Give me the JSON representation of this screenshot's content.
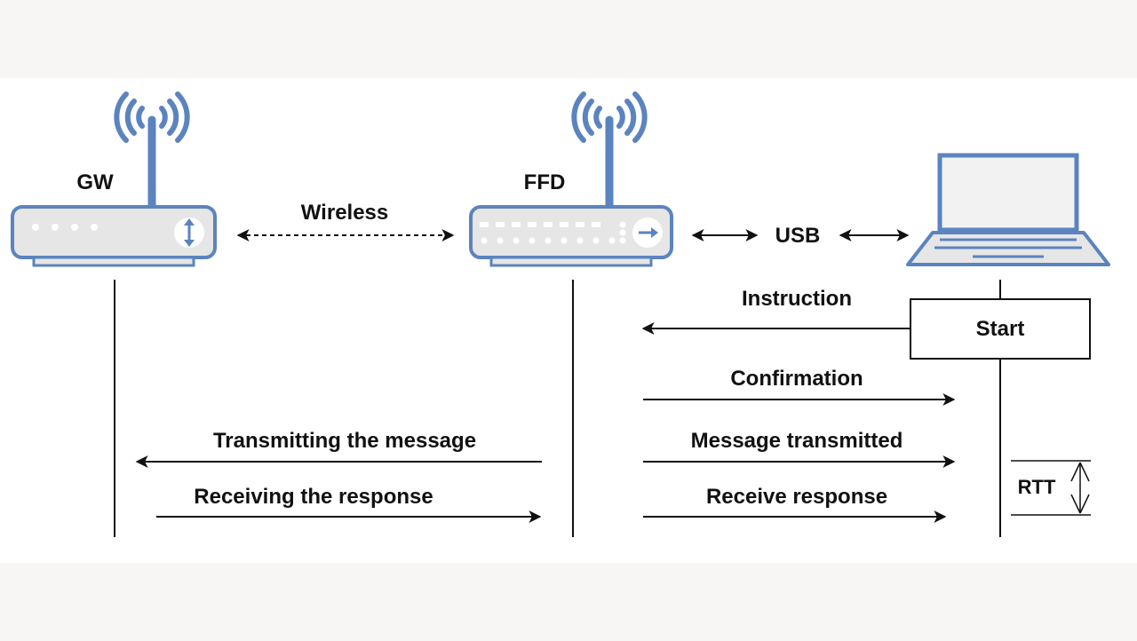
{
  "devices": {
    "gateway": {
      "label": "GW"
    },
    "ffd": {
      "label": "FFD"
    }
  },
  "links": {
    "wireless": "Wireless",
    "usb": "USB"
  },
  "messages": {
    "instruction": "Instruction",
    "start": "Start",
    "confirmation": "Confirmation",
    "transmitting": "Transmitting the message",
    "message_transmitted": "Message transmitted",
    "receiving": "Receiving the response",
    "receive_response": "Receive response",
    "rtt": "RTT"
  },
  "colors": {
    "device_blue": "#5b84bf",
    "device_fill": "#e6e6e6",
    "screen_fill": "#f2f2f2",
    "line": "#111111",
    "page_background": "#f7f6f4",
    "panel_background": "#ffffff"
  }
}
